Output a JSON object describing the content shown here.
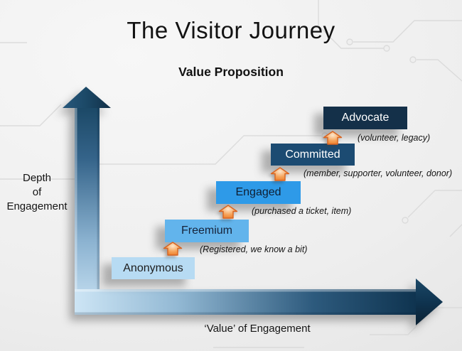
{
  "slide": {
    "title": "The Visitor Journey",
    "subtitle": "Value Proposition"
  },
  "axes": {
    "y_label": "Depth\nof\nEngagement",
    "x_label": "‘Value’ of Engagement"
  },
  "stages": [
    {
      "label": "Anonymous",
      "caption": "",
      "color": "#b7dbf3",
      "text_color": "#1d1d1d"
    },
    {
      "label": "Freemium",
      "caption": "(Registered, we know a bit)",
      "color": "#62b4ec",
      "text_color": "#16233a"
    },
    {
      "label": "Engaged",
      "caption": "(purchased a ticket, item)",
      "color": "#2e9ae8",
      "text_color": "#0f1f33"
    },
    {
      "label": "Committed",
      "caption": "(member, supporter, volunteer, donor)",
      "color": "#1c4b72",
      "text_color": "#ffffff"
    },
    {
      "label": "Advocate",
      "caption": "(volunteer, legacy)",
      "color": "#143049",
      "text_color": "#ffffff"
    }
  ],
  "icons": {
    "step_up_arrow": "orange up block arrow",
    "vertical_axis_arrow": "blue gradient up arrow",
    "horizontal_axis_arrow": "blue gradient right arrow"
  },
  "colors": {
    "accent_orange": "#ed7d31",
    "axis_dark_navy": "#0f3450",
    "axis_light_blue": "#cde5f5",
    "background_gray": "#ececec"
  }
}
